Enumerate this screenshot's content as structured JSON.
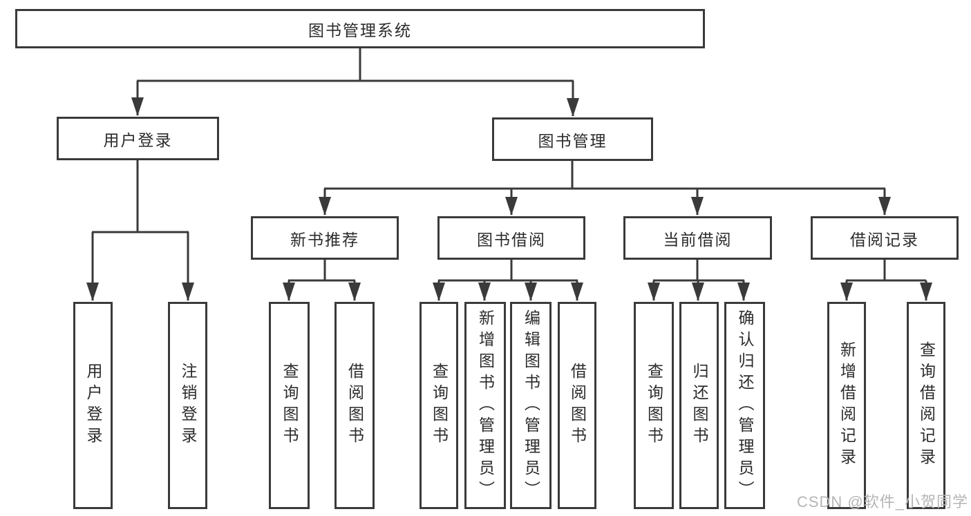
{
  "tree": {
    "label": "图书管理系统",
    "children": [
      {
        "label": "用户登录",
        "children": [
          {
            "label": "用户登录"
          },
          {
            "label": "注销登录"
          }
        ]
      },
      {
        "label": "图书管理",
        "children": [
          {
            "label": "新书推荐",
            "children": [
              {
                "label": "查询图书"
              },
              {
                "label": "借阅图书"
              }
            ]
          },
          {
            "label": "图书借阅",
            "children": [
              {
                "label": "查询图书"
              },
              {
                "label": "新增图书（管理员）"
              },
              {
                "label": "编辑图书（管理员）"
              },
              {
                "label": "借阅图书"
              }
            ]
          },
          {
            "label": "当前借阅",
            "children": [
              {
                "label": "查询图书"
              },
              {
                "label": "归还图书"
              },
              {
                "label": "确认归还（管理员）"
              }
            ]
          },
          {
            "label": "借阅记录",
            "children": [
              {
                "label": "新增借阅记录"
              },
              {
                "label": "查询借阅记录"
              }
            ]
          }
        ]
      }
    ]
  },
  "watermark": {
    "text": "CSDN @软件_小贺同学"
  },
  "colors": {
    "line": "#3a3a3a",
    "text": "#2b2b2b",
    "bg": "#ffffff",
    "wm": "#b5b5b5"
  }
}
